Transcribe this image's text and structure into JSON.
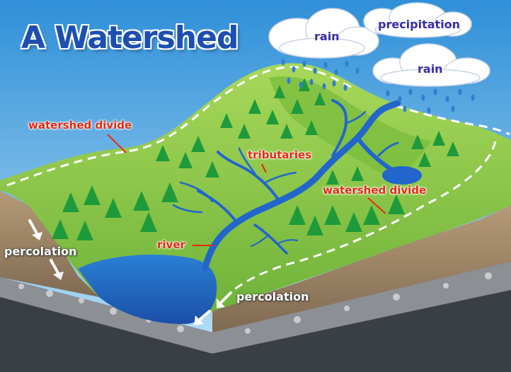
{
  "title": "A Watershed",
  "labels": {
    "rain_left": "rain",
    "precipitation": "precipitation",
    "rain_right": "rain",
    "watershed_divide_left": "watershed divide",
    "tributaries": "tributaries",
    "watershed_divide_right": "watershed divide",
    "river": "river",
    "percolation_left": "percolation",
    "percolation_right": "percolation"
  },
  "colors": {
    "title": "#1d4fb0",
    "label_red": "#e8290f",
    "cloud_text": "#3b2ea8",
    "water": "#2266cc",
    "hill_green": "#8cc63f",
    "tree_green": "#1f9a3a",
    "sky": "#4aa3e0",
    "soil": "#a38a6a",
    "rock_base": "#3a3f45"
  }
}
